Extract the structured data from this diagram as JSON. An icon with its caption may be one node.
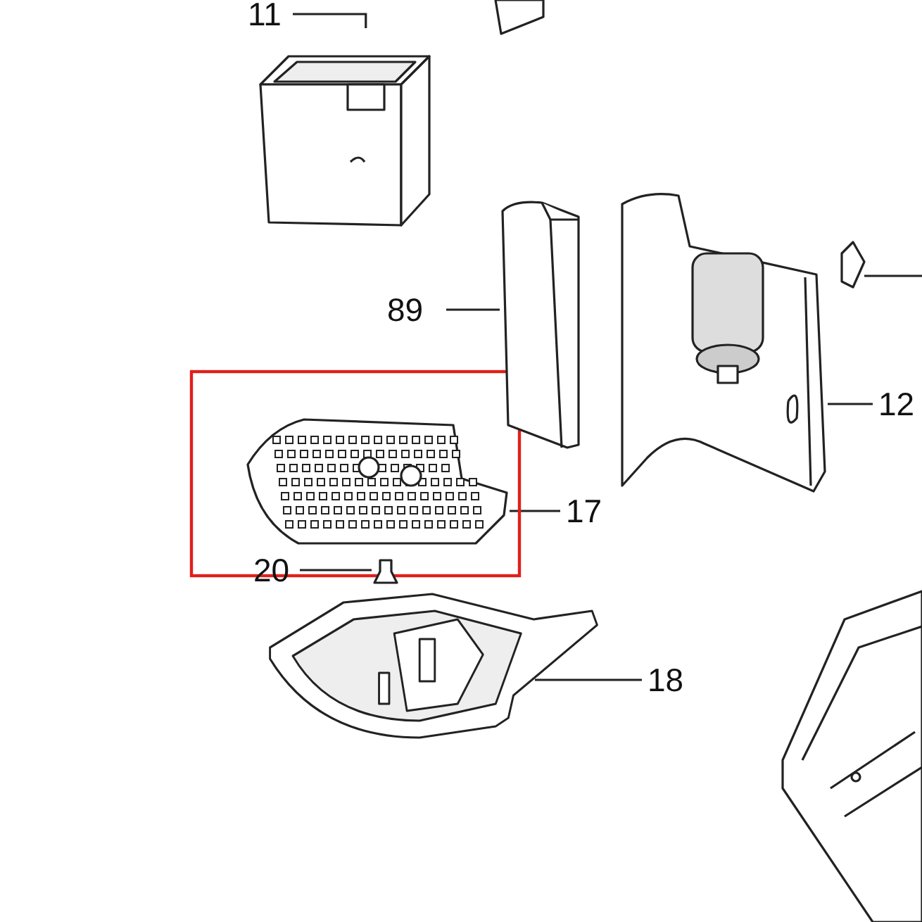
{
  "diagram": {
    "nodes": [
      {
        "text": [
          "11"
        ]
      },
      {
        "text": [],
        "shape": "picture"
      },
      {
        "text": [
          "89"
        ]
      },
      {
        "text": [],
        "shape": "picture"
      },
      {
        "text": [
          "12"
        ]
      },
      {
        "text": [],
        "shape": "picture"
      },
      {
        "text": [
          "17"
        ]
      },
      {
        "text": [],
        "shape": "picture"
      },
      {
        "text": [
          "20"
        ]
      },
      {
        "text": [],
        "shape": "picture"
      },
      {
        "text": [
          "18"
        ]
      },
      {
        "text": [],
        "shape": "picture"
      }
    ],
    "edges": [
      {
        "from": 0,
        "to": 1,
        "arrow": "none"
      },
      {
        "from": 2,
        "to": 3,
        "arrow": "none"
      },
      {
        "from": 4,
        "to": 5,
        "arrow": "none"
      },
      {
        "from": 6,
        "to": 7,
        "arrow": "none"
      },
      {
        "from": 8,
        "to": 9,
        "arrow": "none"
      },
      {
        "from": 10,
        "to": 11,
        "arrow": "none"
      }
    ]
  }
}
